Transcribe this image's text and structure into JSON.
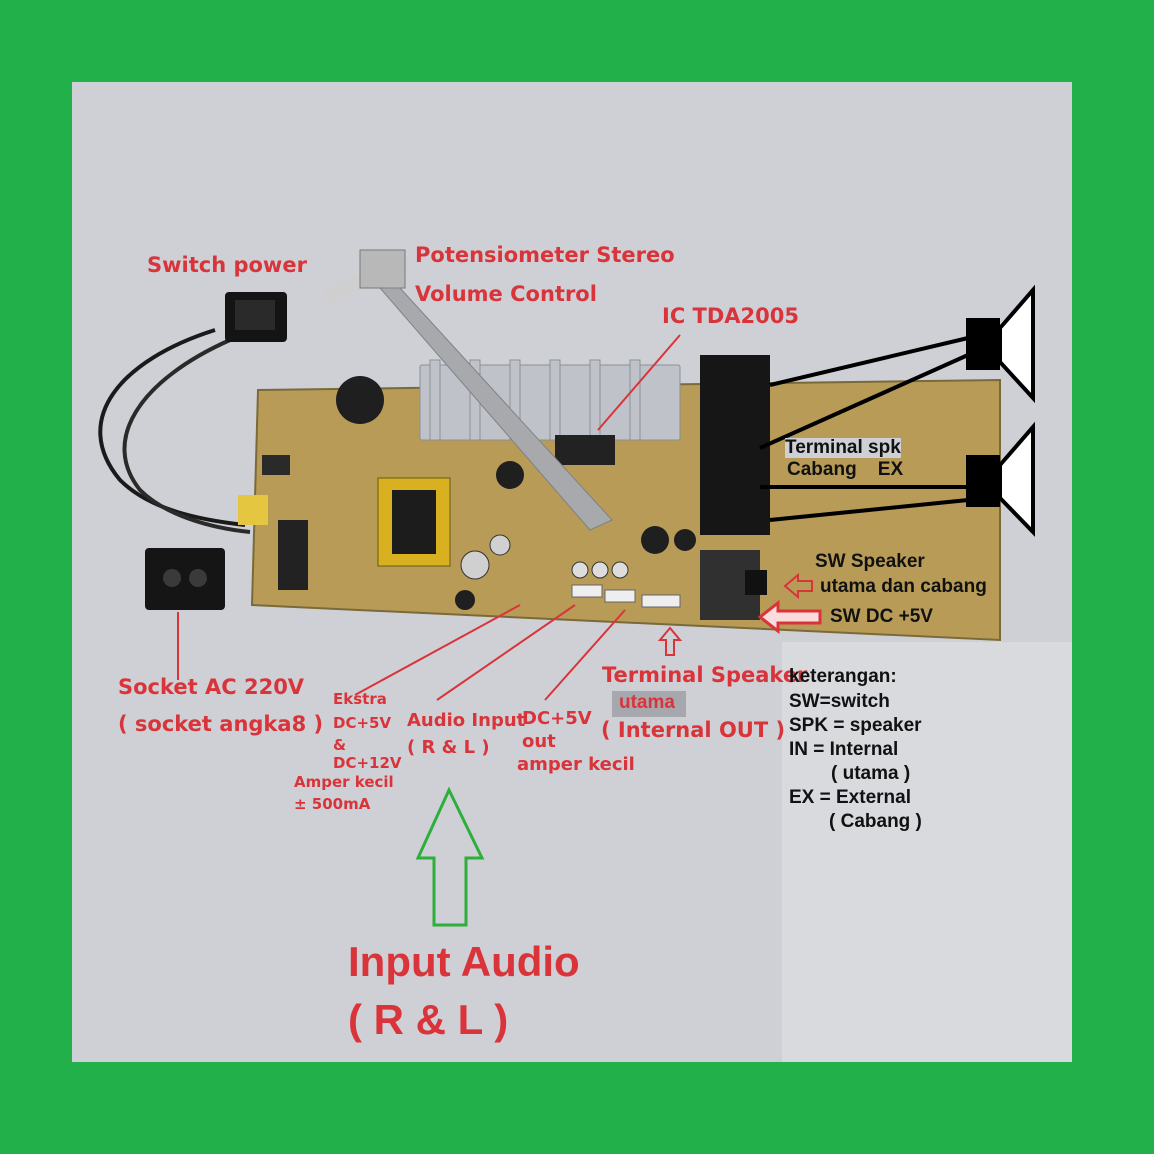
{
  "labels": {
    "switch_power": "Switch power",
    "pot_line1": "Potensiometer Stereo",
    "pot_line2": "Volume Control",
    "ic": "IC TDA2005",
    "terminal_spk_line1": "Terminal spk",
    "terminal_spk_line2": "Cabang    EX",
    "sw_speaker_line1": "SW Speaker",
    "sw_speaker_line2": "utama dan cabang",
    "sw_dc": "SW DC +5V",
    "socket_ac_line1": "Socket AC 220V",
    "socket_ac_line2": "( socket angka8 )",
    "ekstra_line1": "Ekstra",
    "ekstra_line2": "DC+5V",
    "ekstra_line3": "&",
    "ekstra_line4": "DC+12V",
    "amper_line1": "Amper kecil",
    "amper_line2": "± 500mA",
    "audio_input_line1": "Audio Input",
    "audio_input_line2": "( R & L )",
    "dc5_line1": "DC+5V",
    "dc5_line2": "out",
    "dc5_line3": "amper kecil",
    "terminal_speaker": "Terminal Speaker",
    "utama": "utama",
    "internal_out": "( Internal OUT )",
    "input_audio_big_line1": "Input Audio",
    "input_audio_big_line2": "( R & L )"
  },
  "legend": {
    "title": "keterangan:",
    "lines": [
      "SW=switch",
      "SPK = speaker",
      "IN = Internal",
      "( utama )",
      "EX = External",
      "( Cabang )"
    ]
  },
  "colors": {
    "frame": "#22b04b",
    "label_red": "#d8343a",
    "pcb": "#b79b56",
    "arrow_green": "#2eae3a"
  }
}
